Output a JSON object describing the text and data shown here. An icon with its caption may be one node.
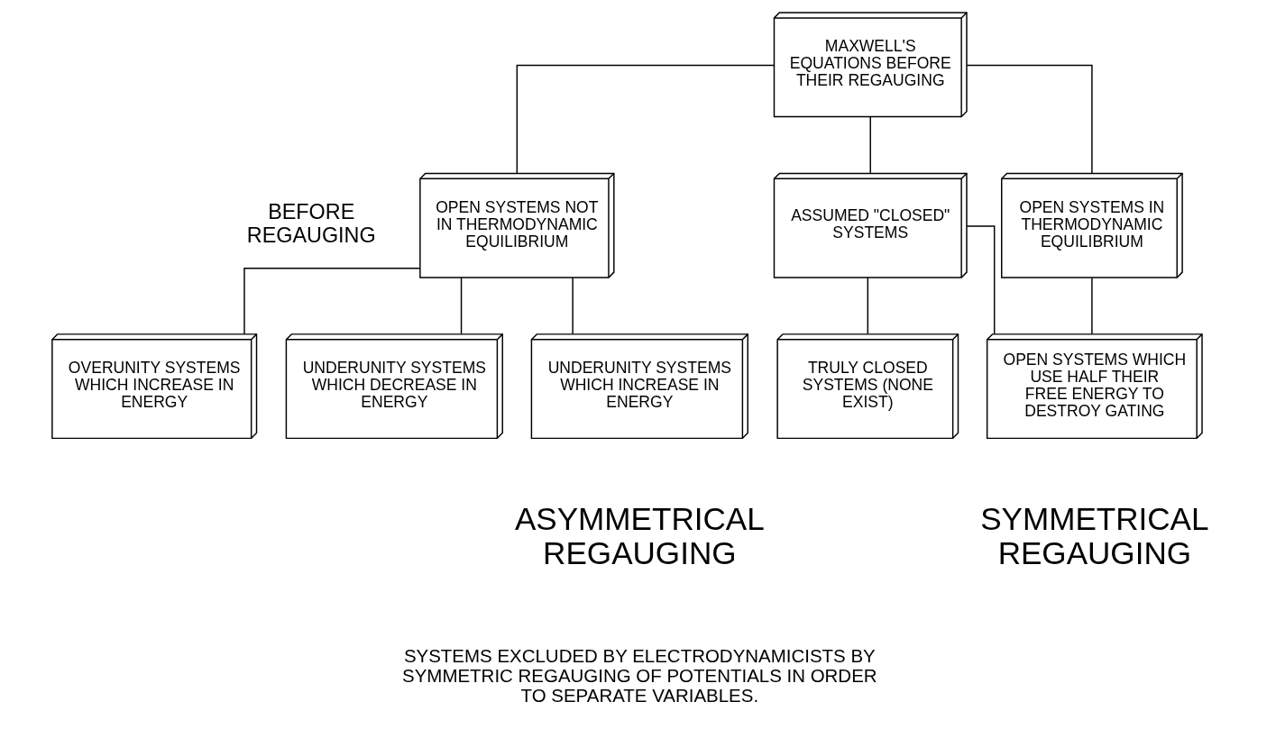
{
  "diagram": {
    "nodes": [
      {
        "text": [
          "MAXWELL'S EQUATIONS BEFORE THEIR REGAUGING"
        ]
      },
      {
        "text": [
          "OPEN SYSTEMS NOT IN THERMODYNAMIC EQUILIBRIUM"
        ]
      },
      {
        "text": [
          "OPEN SYSTEMS IN THERMODYNAMIC EQUILIBRIUM"
        ]
      },
      {
        "text": [
          "ASSUMED \"CLOSED\" SYSTEMS"
        ]
      },
      {
        "text": [
          "UNDERUNITY SYSTEMS WHICH DECREASE IN ENERGY"
        ]
      },
      {
        "text": [
          "UNDERUNITY SYSTEMS WHICH INCREASE IN ENERGY"
        ]
      },
      {
        "text": [
          "OVERUNITY SYSTEMS WHICH INCREASE IN ENERGY"
        ]
      },
      {
        "text": [
          "OPEN SYSTEMS WHICH USE HALF THEIR FREE ENERGY TO DESTROY GATING"
        ]
      },
      {
        "text": [
          "TRULY CLOSED SYSTEMS (NONE EXIST)"
        ]
      }
    ],
    "edges": [
      {
        "from": 0,
        "to": 1,
        "arrow": "none"
      },
      {
        "from": 0,
        "to": 2,
        "arrow": "none"
      },
      {
        "from": 0,
        "to": 3,
        "arrow": "none"
      },
      {
        "from": 1,
        "to": 4,
        "arrow": "none"
      },
      {
        "from": 1,
        "to": 5,
        "arrow": "none"
      },
      {
        "from": 1,
        "to": 6,
        "arrow": "none"
      },
      {
        "from": 2,
        "to": 7,
        "arrow": "none"
      },
      {
        "from": 3,
        "to": 7,
        "arrow": "none"
      },
      {
        "from": 3,
        "to": 8,
        "arrow": "none"
      }
    ],
    "labels": [
      "BEFORE REGAUGING",
      "ASYMMETRICAL REGAUGING",
      "SYMMETRICAL REGAUGING",
      "SYSTEMS EXCLUDED BY ELECTRODYNAMICISTS BY SYMMETRIC REGAUGING OF POTENTIALS IN ORDER TO SEPARATE VARIABLES."
    ]
  }
}
